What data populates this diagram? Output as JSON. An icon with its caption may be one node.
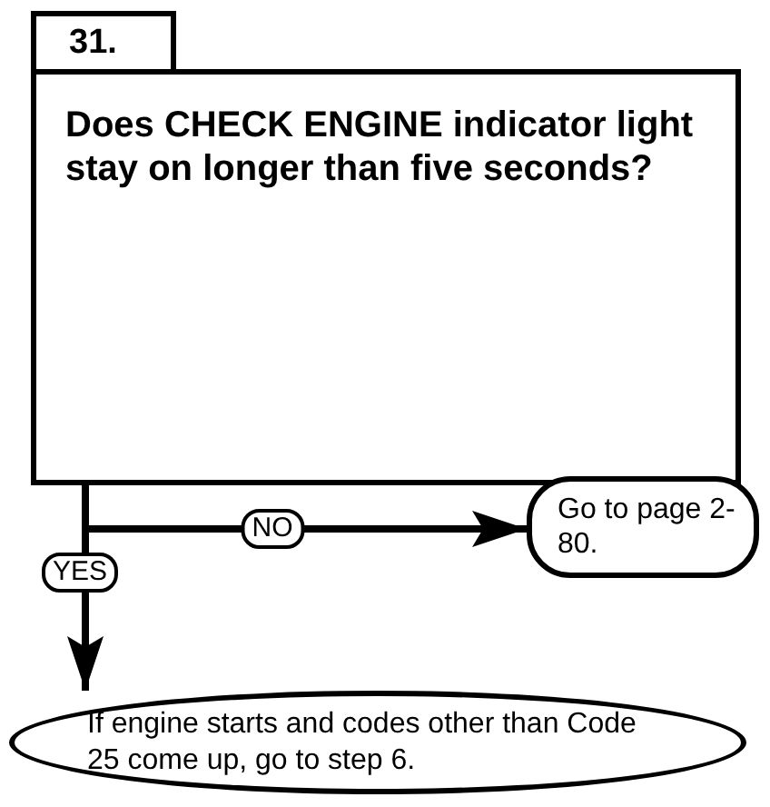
{
  "diagram": {
    "nodes": [
      {
        "text": [
          "31."
        ]
      },
      {
        "text": [
          "Does CHECK ENGINE indicator light stay on longer than five seconds?"
        ]
      },
      {
        "text": [
          "Go to page 2-80."
        ]
      },
      {
        "text": [
          "If engine starts and codes other than Code 25 come up, go to step 6."
        ]
      }
    ],
    "edges": [
      {
        "from": 1,
        "to": 2,
        "arrow": "to",
        "label": "NO"
      },
      {
        "from": 1,
        "to": 3,
        "arrow": "to",
        "label": "YES"
      }
    ]
  }
}
